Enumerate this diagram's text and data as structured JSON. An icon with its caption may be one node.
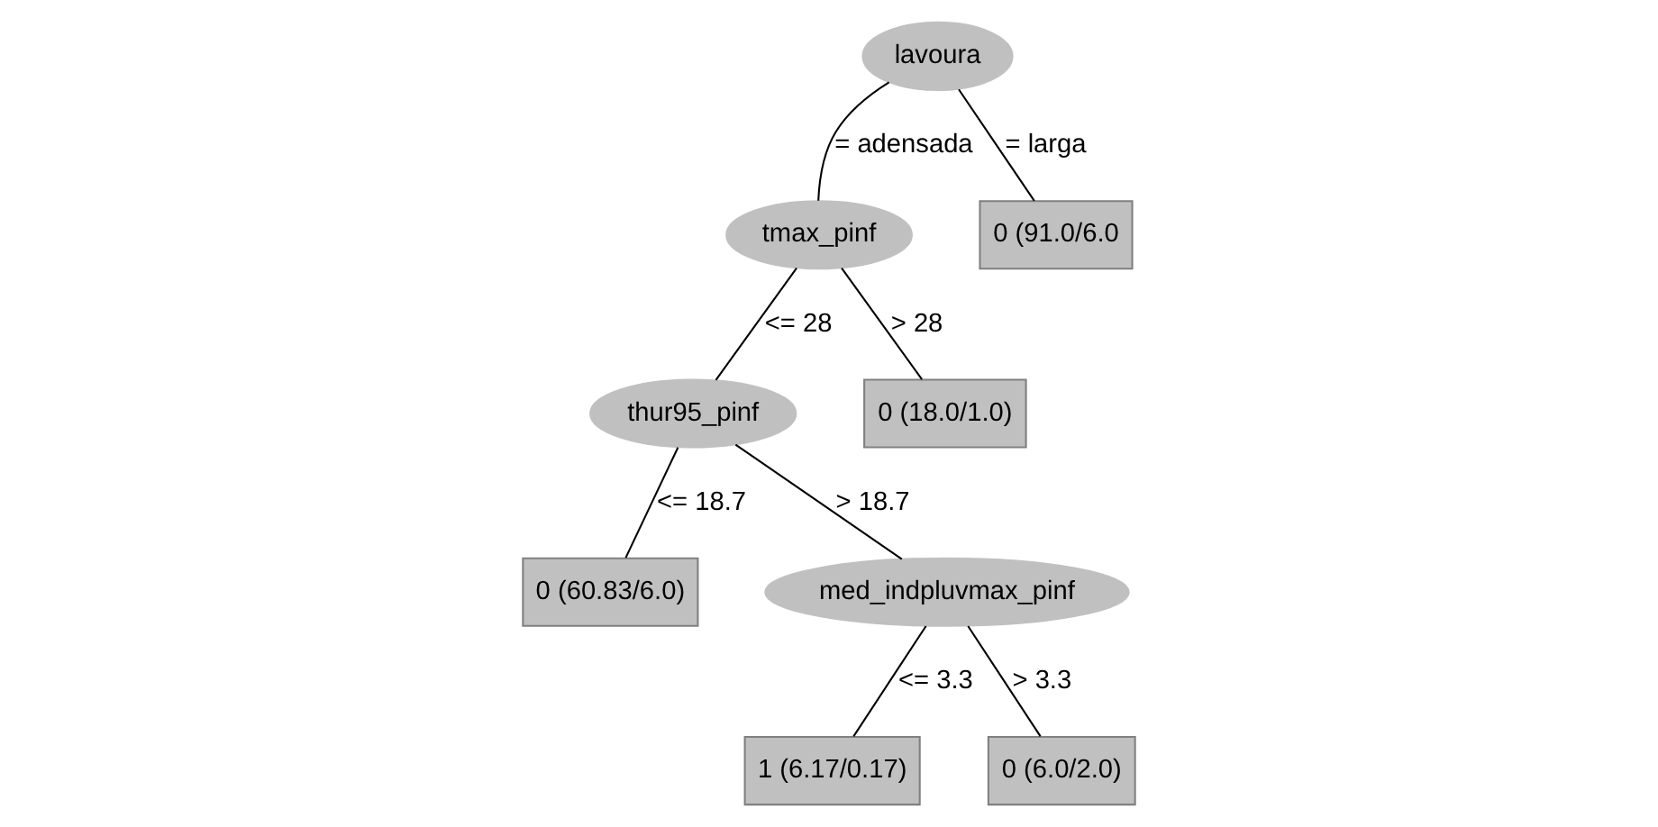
{
  "diagram": {
    "nodes": [
      {
        "text": [
          "lavoura"
        ]
      },
      {
        "text": [
          "tmax_pinf"
        ]
      },
      {
        "text": [
          "0 (91.0/6.0"
        ]
      },
      {
        "text": [
          "thur95_pinf"
        ]
      },
      {
        "text": [
          "0 (18.0/1.0)"
        ]
      },
      {
        "text": [
          "0 (60.83/6.0)"
        ]
      },
      {
        "text": [
          "med_indpluvmax_pinf"
        ]
      },
      {
        "text": [
          "1 (6.17/0.17)"
        ]
      },
      {
        "text": [
          "0 (6.0/2.0)"
        ]
      }
    ],
    "edges": [
      {
        "from": 0,
        "to": 1,
        "arrow": "none",
        "label": "= adensada"
      },
      {
        "from": 0,
        "to": 2,
        "arrow": "none",
        "label": "= larga"
      },
      {
        "from": 1,
        "to": 3,
        "arrow": "none",
        "label": "<= 28"
      },
      {
        "from": 1,
        "to": 4,
        "arrow": "none",
        "label": "> 28"
      },
      {
        "from": 3,
        "to": 5,
        "arrow": "none",
        "label": "<= 18.7"
      },
      {
        "from": 3,
        "to": 6,
        "arrow": "none",
        "label": "> 18.7"
      },
      {
        "from": 6,
        "to": 7,
        "arrow": "none",
        "label": "<= 3.3"
      },
      {
        "from": 6,
        "to": 8,
        "arrow": "none",
        "label": "> 3.3"
      }
    ]
  }
}
